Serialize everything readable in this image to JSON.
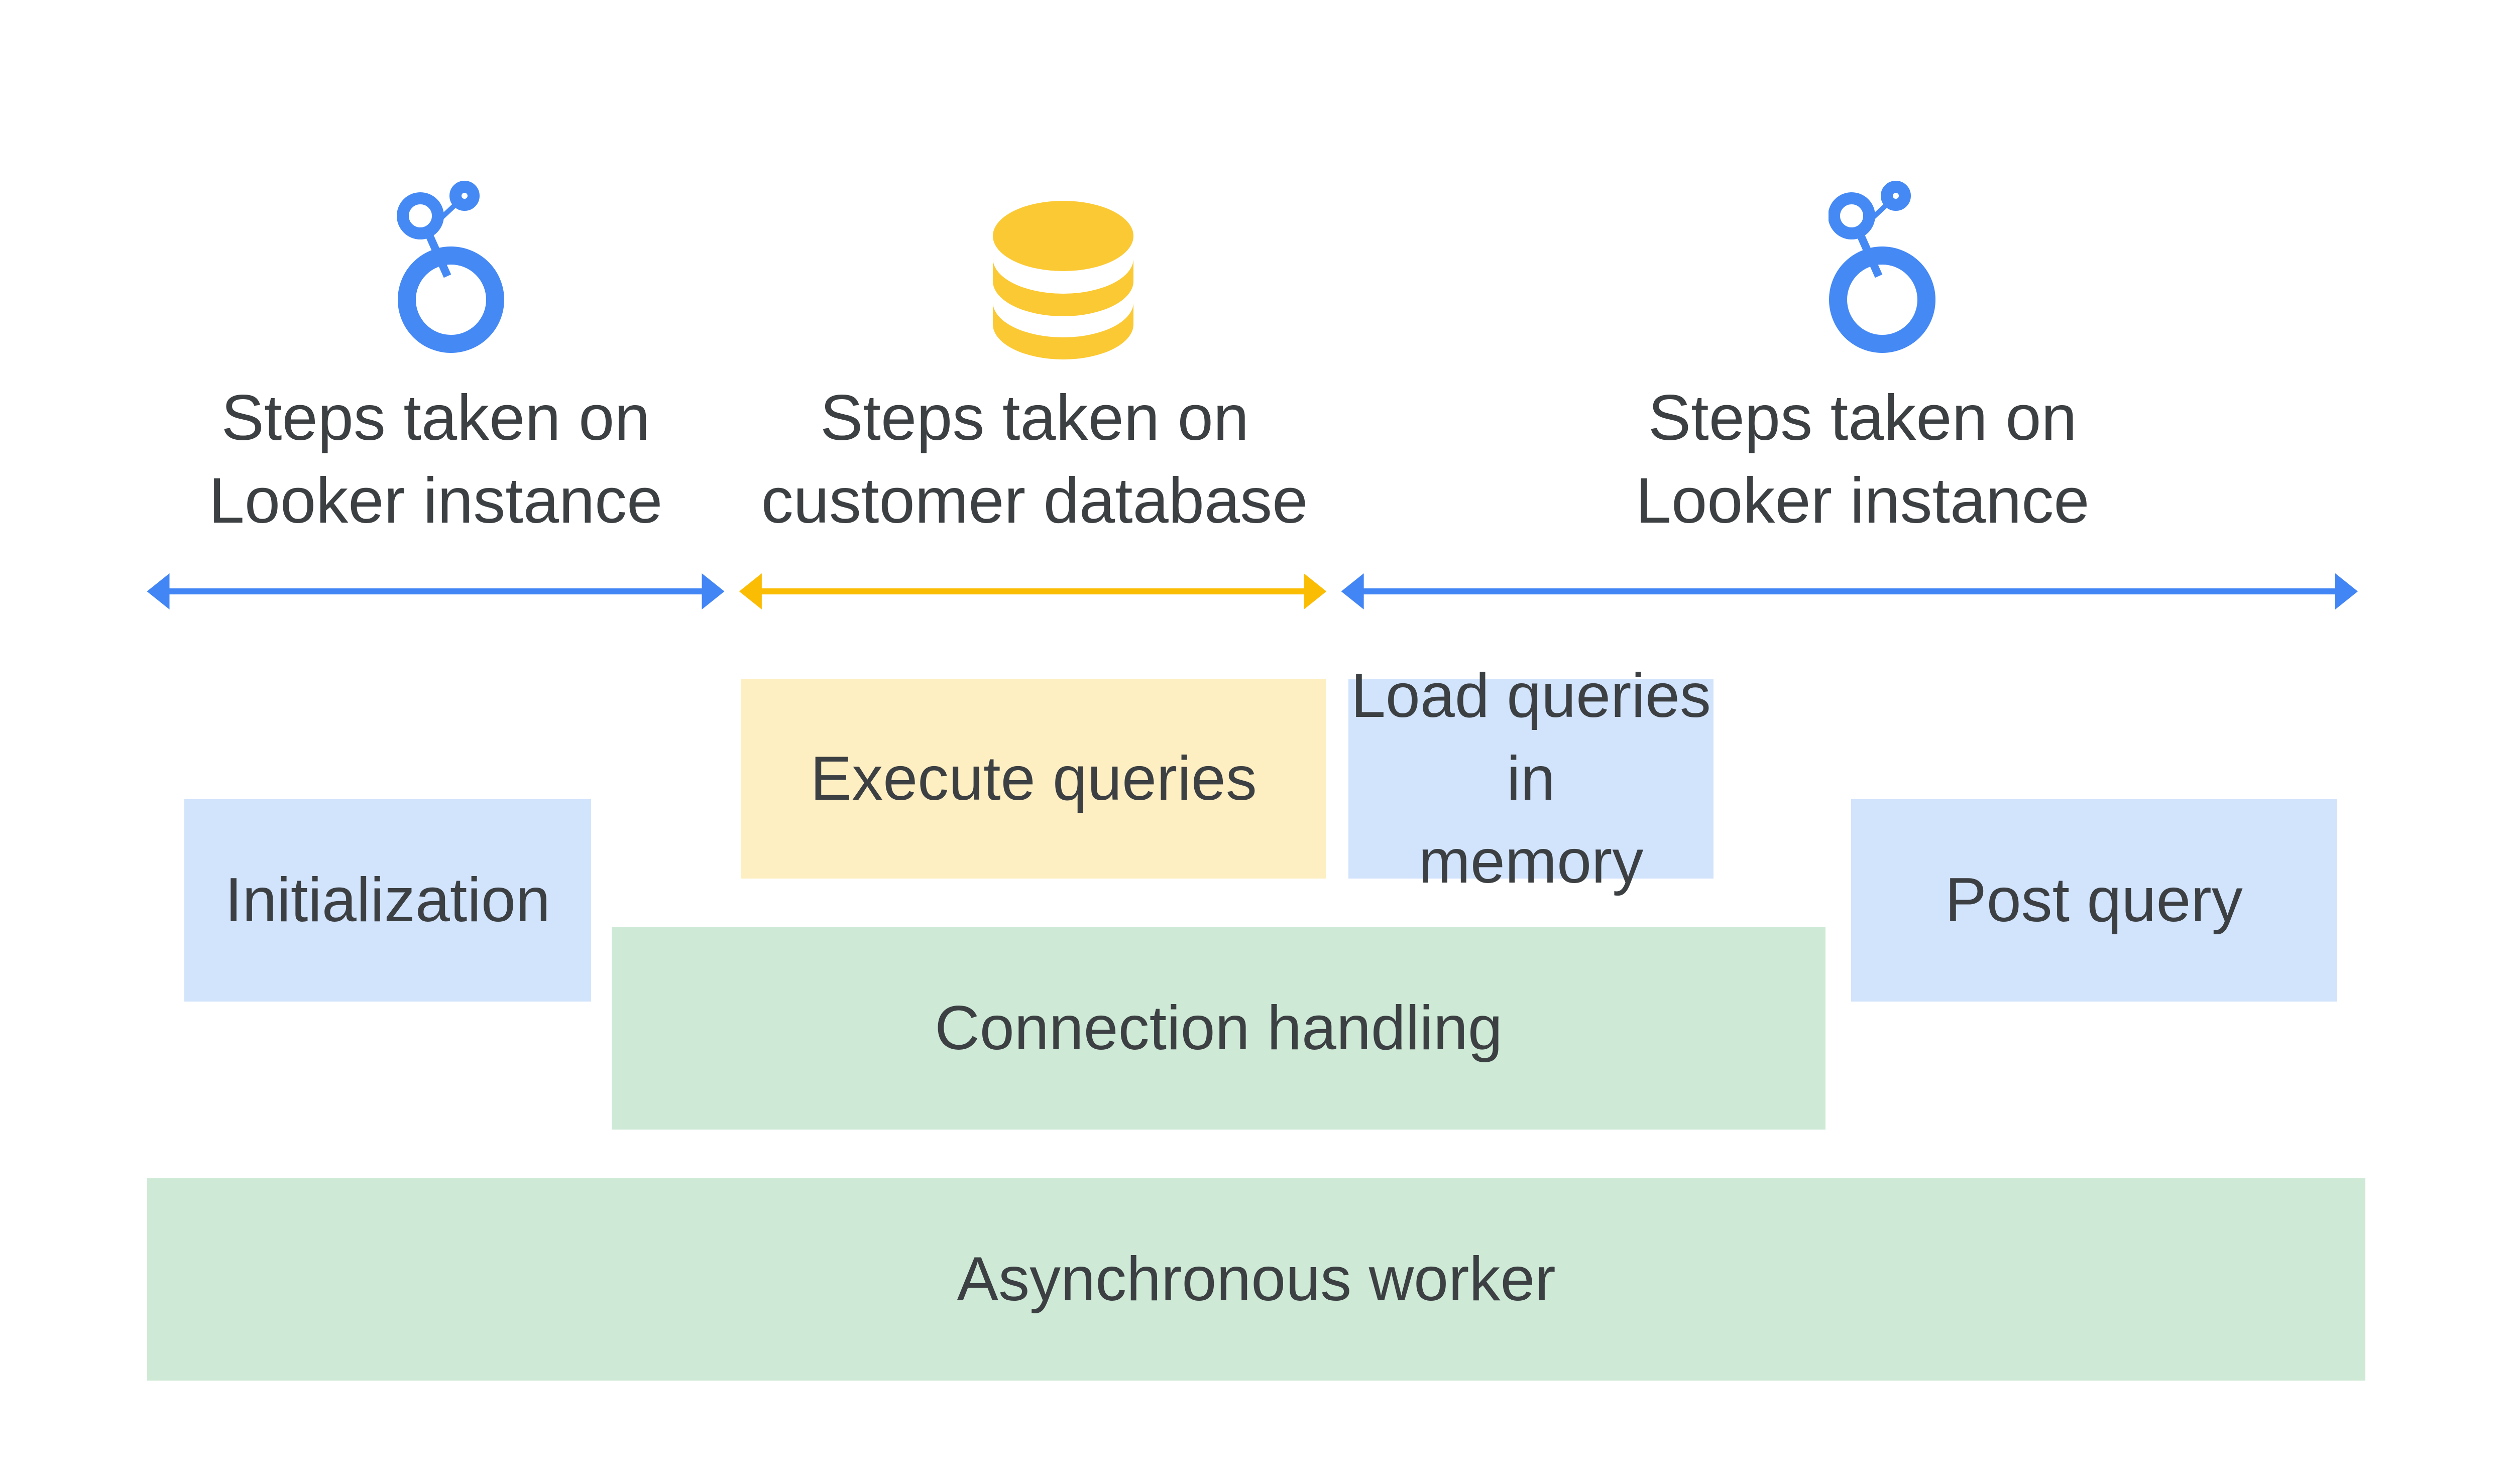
{
  "colors": {
    "looker_blue": "#4285f4",
    "database_yellow": "#fbc934",
    "box_blue": "#d2e3fc",
    "box_yellow": "#feefc3",
    "box_green": "#ceead6",
    "text": "#3c4043"
  },
  "sections": [
    {
      "icon": "looker-logo-icon",
      "line1": "Steps taken on",
      "line2": "Looker instance",
      "arrow_color": "#4285f4"
    },
    {
      "icon": "database-icon",
      "line1": "Steps taken on",
      "line2": "customer database",
      "arrow_color": "#fbbc04"
    },
    {
      "icon": "looker-logo-icon",
      "line1": "Steps taken on",
      "line2": "Looker instance",
      "arrow_color": "#4285f4"
    }
  ],
  "boxes": {
    "execute": "Execute queries",
    "load_line1": "Load queries in",
    "load_line2": "memory",
    "initialization": "Initialization",
    "post_query": "Post query",
    "connection": "Connection handling",
    "async_worker": "Asynchronous worker"
  }
}
